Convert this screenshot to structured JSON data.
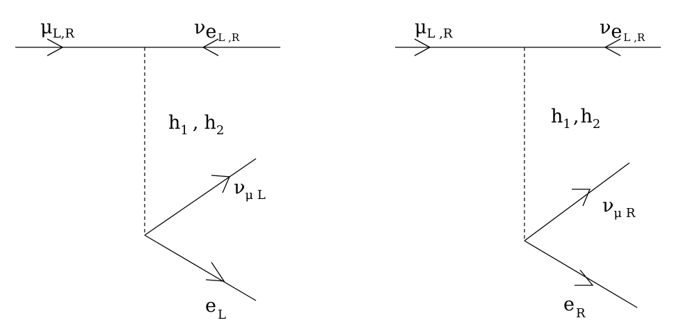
{
  "diagrams": [
    {
      "muon": {
        "symbol": "μ",
        "sub": "L,R"
      },
      "electron_neutrino": {
        "symbol": "ν",
        "sub": "e",
        "sub2": "L ,R"
      },
      "higgs": {
        "h1": "h",
        "h1_sub": "1",
        "sep": ",",
        "h2": "h",
        "h2_sub": "2"
      },
      "muon_neutrino": {
        "symbol": "ν",
        "sub": "μ L"
      },
      "electron": {
        "symbol": "e",
        "sub": "L"
      }
    },
    {
      "muon": {
        "symbol": "μ",
        "sub": "L ,R"
      },
      "electron_neutrino": {
        "symbol": "ν",
        "sub": "e",
        "sub2": "L ,R"
      },
      "higgs": {
        "h1": "h",
        "h1_sub": "1",
        "sep": ",",
        "h2": "h",
        "h2_sub": "2"
      },
      "muon_neutrino": {
        "symbol": "ν",
        "sub": "μ R"
      },
      "electron": {
        "symbol": "e",
        "sub": "R"
      }
    }
  ],
  "colors": {
    "line": "#000000",
    "background": "#ffffff"
  }
}
